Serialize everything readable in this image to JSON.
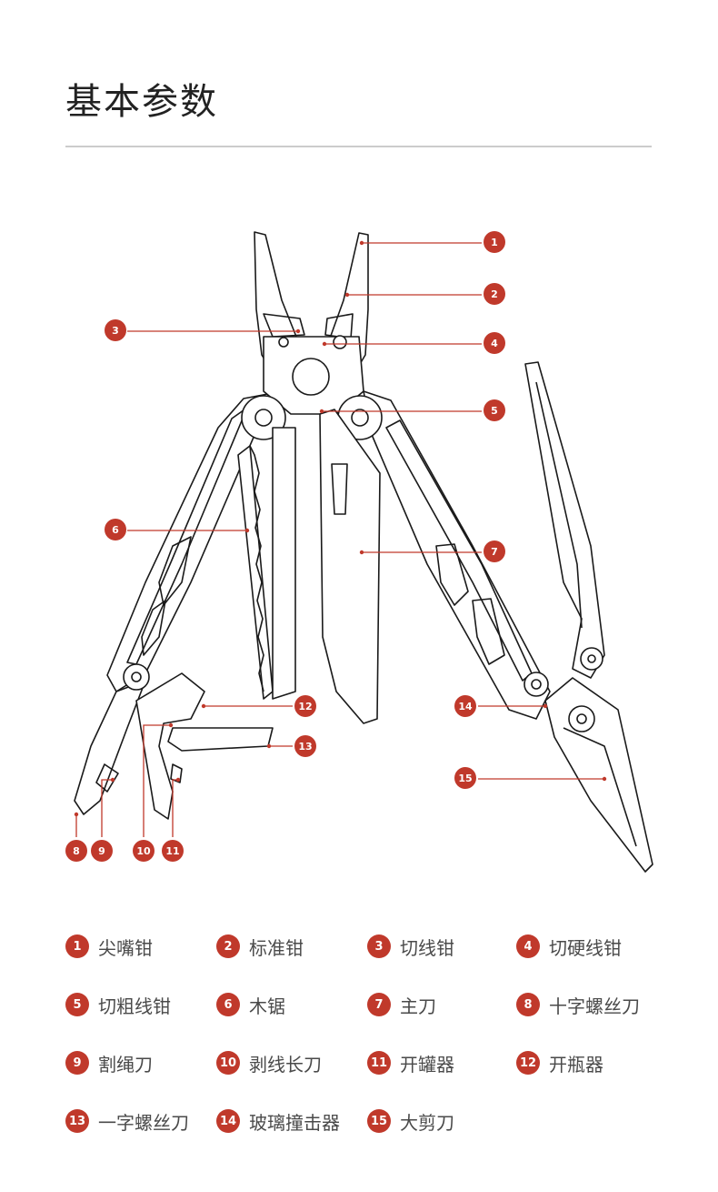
{
  "page": {
    "title": "基本参数"
  },
  "accent_color": "#c0392b",
  "callouts": [
    "1",
    "2",
    "3",
    "4",
    "5",
    "6",
    "7",
    "8",
    "9",
    "10",
    "11",
    "12",
    "13",
    "14",
    "15"
  ],
  "legend": [
    {
      "num": "1",
      "label": "尖嘴钳"
    },
    {
      "num": "2",
      "label": "标准钳"
    },
    {
      "num": "3",
      "label": "切线钳"
    },
    {
      "num": "4",
      "label": "切硬线钳"
    },
    {
      "num": "5",
      "label": "切粗线钳"
    },
    {
      "num": "6",
      "label": "木锯"
    },
    {
      "num": "7",
      "label": "主刀"
    },
    {
      "num": "8",
      "label": "十字螺丝刀"
    },
    {
      "num": "9",
      "label": "割绳刀"
    },
    {
      "num": "10",
      "label": "剥线长刀"
    },
    {
      "num": "11",
      "label": "开罐器"
    },
    {
      "num": "12",
      "label": "开瓶器"
    },
    {
      "num": "13",
      "label": "一字螺丝刀"
    },
    {
      "num": "14",
      "label": "玻璃撞击器"
    },
    {
      "num": "15",
      "label": "大剪刀"
    }
  ]
}
